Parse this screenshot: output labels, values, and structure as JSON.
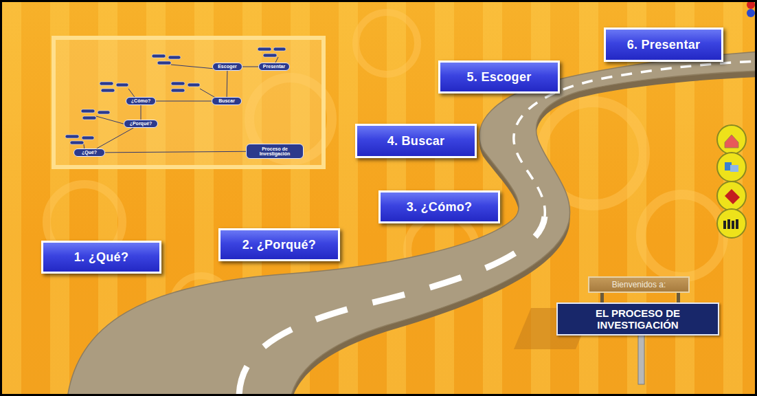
{
  "diagram": {
    "nodes": [
      {
        "text": [
          "Presentar"
        ]
      },
      {
        "text": [
          "Escoger"
        ]
      },
      {
        "text": [
          "¿Cómo?"
        ]
      },
      {
        "text": [
          "Buscar"
        ]
      },
      {
        "text": [
          "¿Porqué?"
        ]
      },
      {
        "text": [
          "¿Qué?"
        ]
      },
      {
        "text": [
          "Proceso de Investigación"
        ]
      },
      {
        "text": [
          "6. Presentar"
        ]
      },
      {
        "text": [
          "5. Escoger"
        ]
      },
      {
        "text": [
          "4. Buscar"
        ]
      },
      {
        "text": [
          "3. ¿Cómo?"
        ]
      },
      {
        "text": [
          "2. ¿Porqué?"
        ]
      },
      {
        "text": [
          "1. ¿Qué?"
        ]
      },
      {
        "text": [
          "Bienvenidos a:"
        ]
      },
      {
        "text": [
          "EL PROCESO DE INVESTIGACIÓN"
        ]
      }
    ],
    "edges": [
      {
        "from": 5,
        "to": 6,
        "arrow": "none"
      },
      {
        "from": 5,
        "to": 4,
        "arrow": "none"
      },
      {
        "from": 4,
        "to": 2,
        "arrow": "none"
      },
      {
        "from": 2,
        "to": 3,
        "arrow": "none"
      },
      {
        "from": 3,
        "to": 1,
        "arrow": "none"
      },
      {
        "from": 1,
        "to": 0,
        "arrow": "none"
      }
    ]
  }
}
